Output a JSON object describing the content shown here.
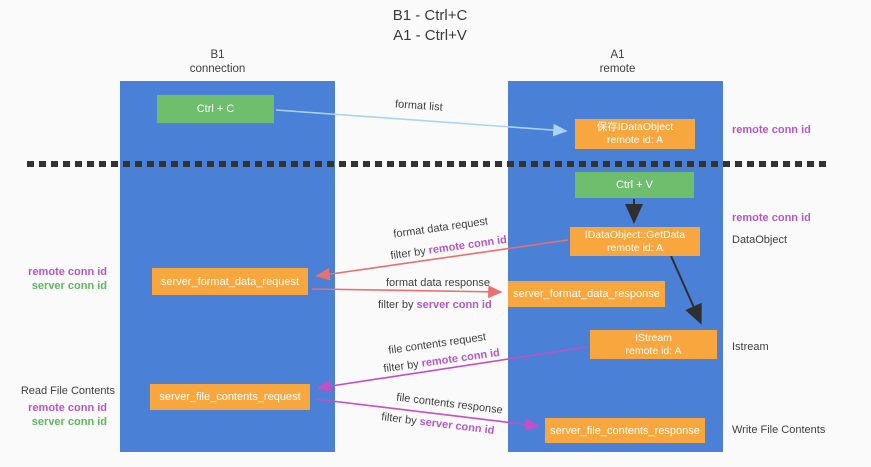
{
  "title": {
    "line1": "B1 - Ctrl+C",
    "line2": "A1 - Ctrl+V"
  },
  "lanes": {
    "left": {
      "name": "B1",
      "role": "connection"
    },
    "right": {
      "name": "A1",
      "role": "remote"
    }
  },
  "boxes": {
    "ctrl_c": {
      "label": "Ctrl + C"
    },
    "saved_dataobject": {
      "line1": "保存IDataObject",
      "line2": "remote id: A"
    },
    "ctrl_v": {
      "label": "Ctrl + V"
    },
    "getdata": {
      "line1": "IDataObject::GetData",
      "line2": "remote id: A"
    },
    "format_request": {
      "label": "server_format_data_request"
    },
    "format_response": {
      "label": "server_format_data_response"
    },
    "istream": {
      "line1": "IStream",
      "line2": "remote id: A"
    },
    "file_request": {
      "label": "server_file_contents_request"
    },
    "file_response": {
      "label": "server_file_contents_response"
    }
  },
  "flow_labels": {
    "format_list": "format list",
    "format_request": {
      "line1": "format data request",
      "prefix": "filter by ",
      "filter": "remote conn id"
    },
    "format_response": {
      "line1": "format data response",
      "prefix": "filter by ",
      "filter": "server conn id"
    },
    "file_request": {
      "line1": "file contents request",
      "prefix": "filter by ",
      "filter": "remote conn id"
    },
    "file_response": {
      "line1": "file contents response",
      "prefix": "filter by ",
      "filter": "server conn id"
    }
  },
  "side_labels": {
    "left": {
      "format_remote": "remote conn id",
      "format_server": "server conn id",
      "read_file": "Read File Contents",
      "file_remote": "remote conn id",
      "file_server": "server conn id"
    },
    "right": {
      "clipboard_remote": "remote conn id",
      "paste_remote": "remote conn id",
      "dataobject": "DataObject",
      "istream": "Istream",
      "write_file": "Write File Contents"
    }
  },
  "colors": {
    "lane_blue": "#4a80d6",
    "box_orange": "#f7a73d",
    "box_green": "#6fbe6e",
    "purple_label": "#b558c5",
    "green_label": "#5cb85c",
    "arrow_lightblue": "#a9d3f0",
    "arrow_red": "#e87070",
    "arrow_magenta": "#c44fc4",
    "arrow_black": "#2f2f2f",
    "dashed_line": "#333333",
    "text_dark": "#3f3f3f"
  }
}
